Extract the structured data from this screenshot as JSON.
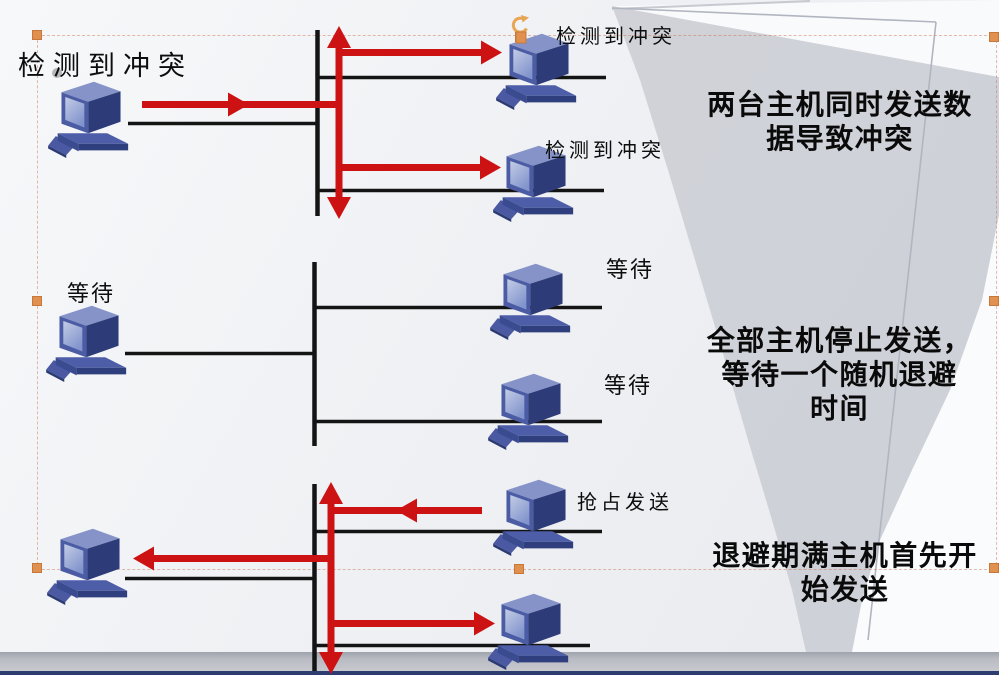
{
  "slide": {
    "type": "presentation-diagram",
    "topic": "CSMA/CD collision handling",
    "background": {
      "swoosh_color": "#cdd0d6",
      "floor_band_color": "#b2b5bd",
      "bottom_bar_color": "#2e3d6f",
      "base_color": "#eff1f4"
    },
    "selection": {
      "handle_color": "#e0914f",
      "rotate_handle_color": "#e8a553",
      "dash_color": "#c86e46"
    }
  },
  "colors": {
    "arrow_red": "#cc1212",
    "line_black": "#141414",
    "computer_blue": "#4a5aa3"
  },
  "icons": {
    "computer": "computer-icon",
    "rotate": "rotate-handle-icon"
  },
  "sections": [
    {
      "caption": "两台主机同时发送数据导致冲突",
      "caption_lines": [
        "两台主机同时发送数",
        "据导致冲突"
      ],
      "hosts": [
        {
          "label": "检测到冲突"
        },
        {
          "label": "检测到冲突"
        },
        {
          "label": "检测到冲突"
        }
      ]
    },
    {
      "caption": "全部主机停止发送，等待一个随机退避时间",
      "caption_lines": [
        "全部主机停止发送，",
        "等待一个随机退避",
        "时间"
      ],
      "hosts": [
        {
          "label": "等待"
        },
        {
          "label": "等待"
        },
        {
          "label": "等待"
        }
      ]
    },
    {
      "caption": "退避期满主机首先开始发送",
      "caption_lines": [
        "退避期满主机首先开",
        "始发送"
      ],
      "hosts": [
        {
          "label": ""
        },
        {
          "label": "抢占发送"
        },
        {
          "label": ""
        }
      ]
    }
  ]
}
